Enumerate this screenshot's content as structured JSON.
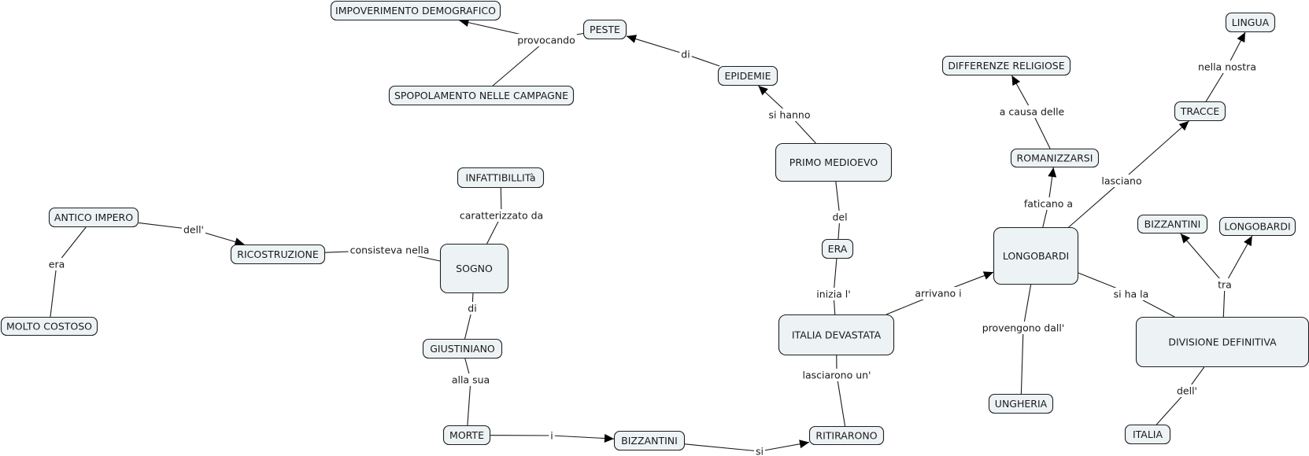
{
  "title": "Concept map: Primo Medioevo",
  "colors": {
    "node_fill": "#edf3f5",
    "node_stroke": "#1f1f1f",
    "line": "#1a1a1a",
    "arrow": "#000000"
  },
  "nodes": [
    {
      "id": "impoverimento",
      "label": "IMPOVERIMENTO DEMOGRAFICO"
    },
    {
      "id": "peste",
      "label": "PESTE"
    },
    {
      "id": "spopolamento",
      "label": "SPOPOLAMENTO NELLE CAMPAGNE"
    },
    {
      "id": "epidemie",
      "label": "EPIDEMIE"
    },
    {
      "id": "primo_medioevo",
      "label": "PRIMO MEDIOEVO"
    },
    {
      "id": "era",
      "label": "ERA"
    },
    {
      "id": "italia_devastata",
      "label": "ITALIA DEVASTATA"
    },
    {
      "id": "ritirarono",
      "label": "RITIRARONO"
    },
    {
      "id": "bizzantini_1",
      "label": "BIZZANTINI"
    },
    {
      "id": "morte",
      "label": "MORTE"
    },
    {
      "id": "giustiniano",
      "label": "GIUSTINIANO"
    },
    {
      "id": "sogno",
      "label": "SOGNO"
    },
    {
      "id": "infattibilita",
      "label": "INFATTIBILLITà"
    },
    {
      "id": "ricostruzione",
      "label": "RICOSTRUZIONE"
    },
    {
      "id": "antico_impero",
      "label": "ANTICO IMPERO"
    },
    {
      "id": "molto_costoso",
      "label": "MOLTO COSTOSO"
    },
    {
      "id": "longobardi_1",
      "label": "LONGOBARDI"
    },
    {
      "id": "romanizzarsi",
      "label": "ROMANIZZARSI"
    },
    {
      "id": "differenze",
      "label": "DIFFERENZE RELIGIOSE"
    },
    {
      "id": "tracce",
      "label": "TRACCE"
    },
    {
      "id": "lingua",
      "label": "LINGUA"
    },
    {
      "id": "ungheria",
      "label": "UNGHERIA"
    },
    {
      "id": "divisione",
      "label": "DIVISIONE DEFINITIVA"
    },
    {
      "id": "bizzantini_2",
      "label": "BIZZANTINI"
    },
    {
      "id": "longobardi_2",
      "label": "LONGOBARDI"
    },
    {
      "id": "italia",
      "label": "ITALIA"
    }
  ],
  "links": [
    {
      "id": "provocando",
      "label": "provocando",
      "from": [
        "peste"
      ],
      "to": [
        "impoverimento",
        "spopolamento"
      ],
      "arrow_to": [
        "impoverimento"
      ]
    },
    {
      "id": "di_peste",
      "label": "di",
      "from": [
        "epidemie"
      ],
      "to": [
        "peste"
      ],
      "arrow_to": [
        "peste"
      ]
    },
    {
      "id": "si_hanno",
      "label": "si hanno",
      "from": [
        "primo_medioevo"
      ],
      "to": [
        "epidemie"
      ],
      "arrow_to": [
        "epidemie"
      ]
    },
    {
      "id": "del",
      "label": "del",
      "from": [
        "primo_medioevo"
      ],
      "to": [
        "era"
      ],
      "arrow_to": []
    },
    {
      "id": "inizia",
      "label": "inizia l'",
      "from": [
        "era"
      ],
      "to": [
        "italia_devastata"
      ],
      "arrow_to": []
    },
    {
      "id": "arrivano",
      "label": "arrivano i",
      "from": [
        "italia_devastata"
      ],
      "to": [
        "longobardi_1"
      ],
      "arrow_to": [
        "longobardi_1"
      ]
    },
    {
      "id": "lasciarono",
      "label": "lasciarono un'",
      "from": [
        "italia_devastata"
      ],
      "to": [
        "ritirarono"
      ],
      "arrow_to": []
    },
    {
      "id": "si",
      "label": "si",
      "from": [
        "bizzantini_1"
      ],
      "to": [
        "ritirarono"
      ],
      "arrow_to": [
        "ritirarono"
      ]
    },
    {
      "id": "i",
      "label": "i",
      "from": [
        "morte"
      ],
      "to": [
        "bizzantini_1"
      ],
      "arrow_to": [
        "bizzantini_1"
      ]
    },
    {
      "id": "alla_sua",
      "label": "alla sua",
      "from": [
        "giustiniano"
      ],
      "to": [
        "morte"
      ],
      "arrow_to": []
    },
    {
      "id": "di_giust",
      "label": "di",
      "from": [
        "sogno"
      ],
      "to": [
        "giustiniano"
      ],
      "arrow_to": []
    },
    {
      "id": "caratterizzato",
      "label": "caratterizzato da",
      "from": [
        "sogno"
      ],
      "to": [
        "infattibilita"
      ],
      "arrow_to": []
    },
    {
      "id": "consisteva",
      "label": "consisteva nella",
      "from": [
        "sogno"
      ],
      "to": [
        "ricostruzione"
      ],
      "arrow_to": []
    },
    {
      "id": "dell_ric",
      "label": "dell'",
      "from": [
        "antico_impero"
      ],
      "to": [
        "ricostruzione"
      ],
      "arrow_to": [
        "ricostruzione"
      ]
    },
    {
      "id": "era_lbl",
      "label": "era",
      "from": [
        "antico_impero"
      ],
      "to": [
        "molto_costoso"
      ],
      "arrow_to": []
    },
    {
      "id": "faticano",
      "label": "faticano a",
      "from": [
        "longobardi_1"
      ],
      "to": [
        "romanizzarsi"
      ],
      "arrow_to": [
        "romanizzarsi"
      ]
    },
    {
      "id": "a_causa",
      "label": "a causa delle",
      "from": [
        "romanizzarsi"
      ],
      "to": [
        "differenze"
      ],
      "arrow_to": [
        "differenze"
      ]
    },
    {
      "id": "lasciano",
      "label": "lasciano",
      "from": [
        "longobardi_1"
      ],
      "to": [
        "tracce"
      ],
      "arrow_to": [
        "tracce"
      ]
    },
    {
      "id": "nella_nostra",
      "label": "nella nostra",
      "from": [
        "tracce"
      ],
      "to": [
        "lingua"
      ],
      "arrow_to": [
        "lingua"
      ]
    },
    {
      "id": "provengono",
      "label": "provengono dall'",
      "from": [
        "longobardi_1"
      ],
      "to": [
        "ungheria"
      ],
      "arrow_to": []
    },
    {
      "id": "si_ha_la",
      "label": "si ha la",
      "from": [
        "longobardi_1"
      ],
      "to": [
        "divisione"
      ],
      "arrow_to": []
    },
    {
      "id": "tra",
      "label": "tra",
      "from": [
        "divisione"
      ],
      "to": [
        "bizzantini_2",
        "longobardi_2"
      ],
      "arrow_to": [
        "bizzantini_2",
        "longobardi_2"
      ]
    },
    {
      "id": "dell_ita",
      "label": "dell'",
      "from": [
        "divisione"
      ],
      "to": [
        "italia"
      ],
      "arrow_to": []
    }
  ]
}
